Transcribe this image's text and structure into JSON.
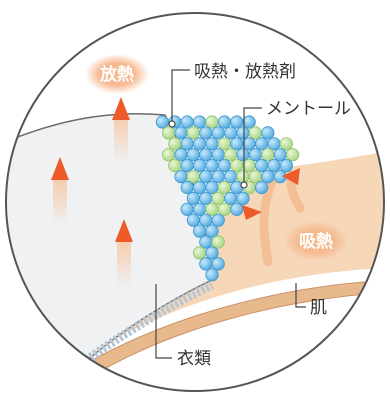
{
  "labels": {
    "release_heat": "放熱",
    "absorb_heat": "吸熱",
    "absorb_release_agent": "吸熱・放熱剤",
    "menthol": "メントール",
    "skin": "肌",
    "clothing": "衣類"
  },
  "colors": {
    "heat_badge": "#f6c7a6",
    "arrow": "#ee5a2a",
    "skin_layer": "#f3ceaa",
    "skin_edge": "#dca67a",
    "fabric": "#f0f2f4",
    "bead_blue": "#6bbcea",
    "bead_green": "#bfe3a0",
    "circle_border": "#555555"
  }
}
